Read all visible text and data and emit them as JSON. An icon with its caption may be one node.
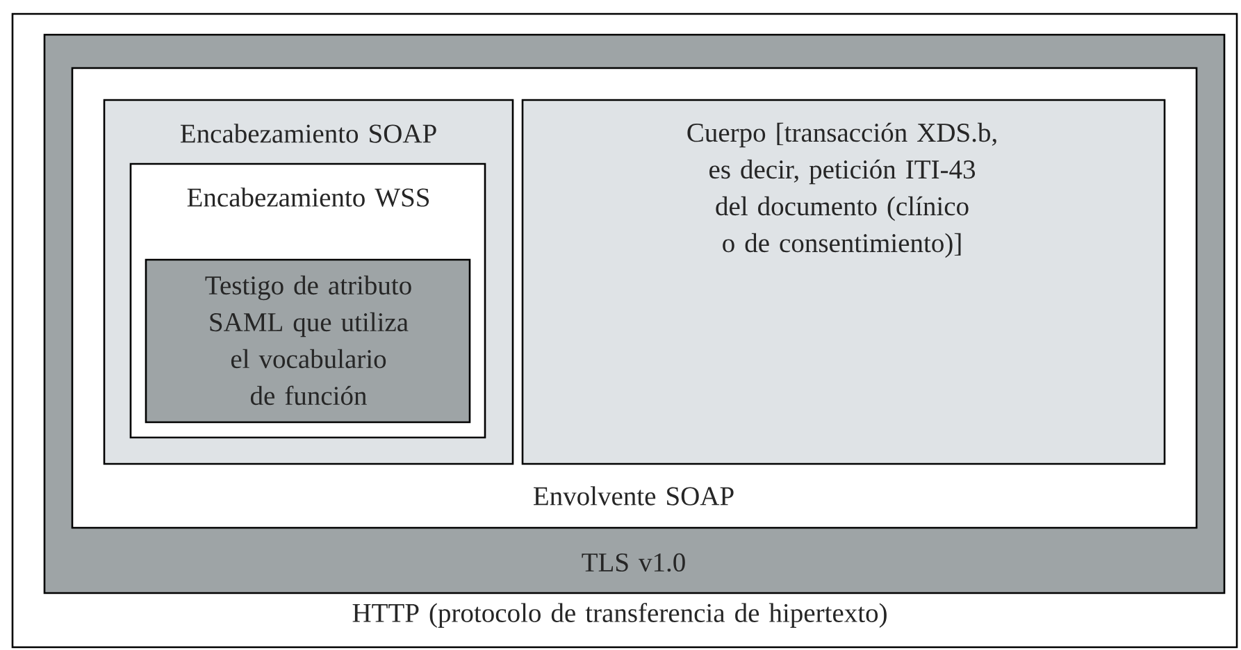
{
  "diagram": {
    "nodes": [
      {
        "text": [
          "HTTP (protocolo de transferencia de hipertexto)"
        ]
      },
      {
        "text": [
          "TLS v1.0"
        ],
        "in": 0
      },
      {
        "text": [
          "Envolvente SOAP"
        ],
        "in": 1
      },
      {
        "text": [
          "Encabezamiento SOAP"
        ],
        "in": 2
      },
      {
        "text": [
          "Encabezamiento WSS"
        ],
        "in": 3
      },
      {
        "text": [
          "Testigo de atributo SAML que utiliza el vocabulario de función"
        ],
        "in": 4
      },
      {
        "text": [
          "Cuerpo [transacción XDS.b, es decir, petición ITI-43 del documento (clínico o de consentimiento)]"
        ],
        "in": 2
      }
    ]
  }
}
